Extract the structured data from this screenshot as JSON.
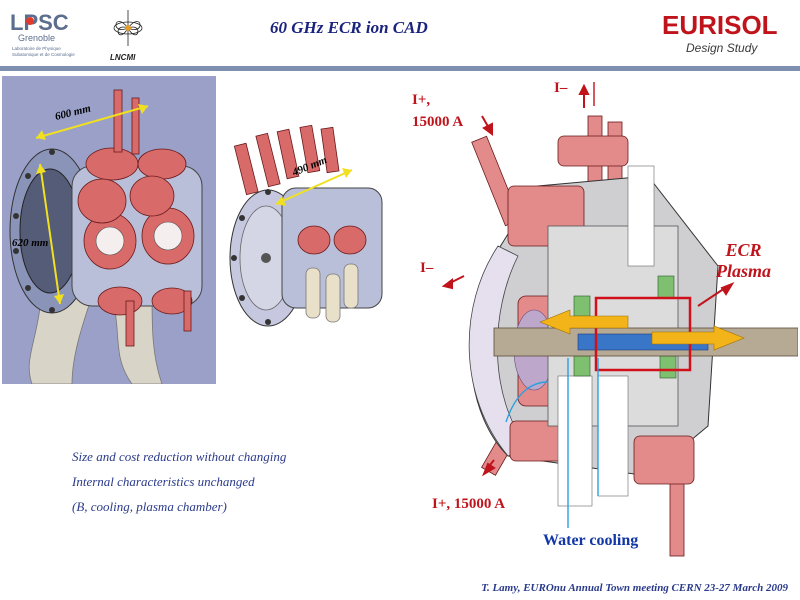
{
  "header": {
    "title": "60 GHz ECR ion CAD",
    "lpsc_logo_text": "LPSC",
    "lpsc_city": "Grenoble",
    "lpsc_subtitle_line1": "Laboratoire de Physique",
    "lpsc_subtitle_line2": "Subatomique et de Cosmologie",
    "lncmi_logo_text": "LNCMI",
    "eurisol_logo_text": "EURISOL",
    "eurisol_sub": "Design Study"
  },
  "left_panel": {
    "dim_top": "600 mm",
    "dim_side": "620 mm"
  },
  "middle_panel": {
    "dim_top": "490 mm"
  },
  "cutaway": {
    "current_in_top": "I+,",
    "current_in_top_value": "15000 A",
    "current_out_top": "I–",
    "current_out_mid": "I–",
    "current_in_bottom": "I+, 15000 A",
    "ecr_line1": "ECR",
    "ecr_line2": "Plasma",
    "water_cooling": "Water cooling"
  },
  "bullets": [
    "Size and cost reduction without changing",
    "Internal characteristics unchanged",
    "(B, cooling, plasma chamber)"
  ],
  "footer": "T. Lamy, EUROnu Annual Town meeting CERN 23-27 March 2009",
  "colors": {
    "title": "#1a237e",
    "rule": "#7f8faf",
    "label_red": "#c0141c",
    "label_blue": "#1136a8",
    "cad_background": "#9aa0c8"
  }
}
